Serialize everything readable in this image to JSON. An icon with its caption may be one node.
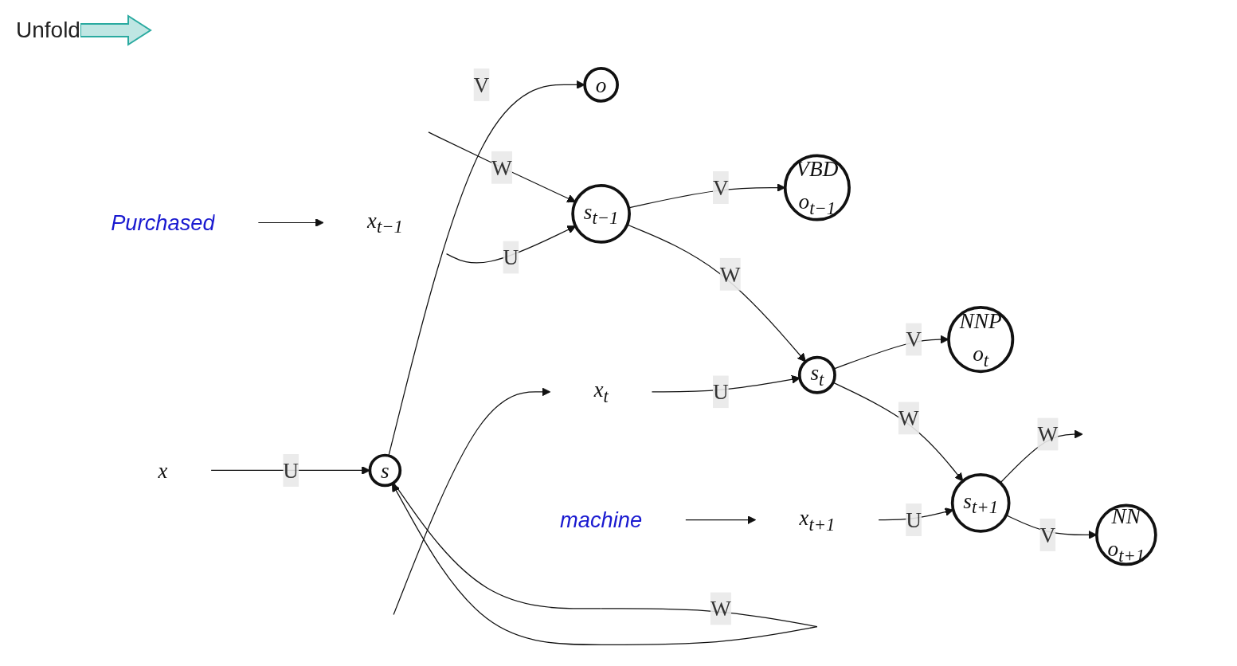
{
  "diagram": {
    "nodes": [
      {
        "text": [
          "o"
        ]
      },
      {
        "text": [
          "s"
        ]
      },
      {
        "text": [
          "x"
        ]
      },
      {
        "text": [
          "VBD",
          "o$_{t−1}$"
        ]
      },
      {
        "text": [
          "NNP",
          "o$_{t}$"
        ]
      },
      {
        "text": [
          "NN",
          "o$_{t+1}$"
        ]
      },
      {
        "text": [
          "s$_{t−1}$"
        ]
      },
      {
        "text": [
          "s$_{t}$"
        ]
      },
      {
        "text": [
          "s$_{t+1}$"
        ]
      },
      {
        "text": [
          "x$_{t−1}$"
        ]
      },
      {
        "text": [
          "x$_{t}$"
        ]
      },
      {
        "text": [
          "x$_{t+1}$"
        ]
      },
      {
        "text": [
          "Purchased"
        ]
      },
      {
        "text": [
          "machine"
        ]
      }
    ],
    "edges": [
      {
        "from": 2,
        "to": 1,
        "arrow": "to",
        "label": "U"
      },
      {
        "from": 1,
        "to": 0,
        "arrow": "to",
        "label": "V"
      },
      {
        "from": 1,
        "to": 1,
        "arrow": "to",
        "label": "W"
      },
      {
        "from": null,
        "to": 6,
        "arrow": "to",
        "label": "W"
      },
      {
        "from": 6,
        "to": 7,
        "arrow": "to",
        "label": "W"
      },
      {
        "from": 7,
        "to": 8,
        "arrow": "to",
        "label": "W"
      },
      {
        "from": 8,
        "to": null,
        "arrow": "to",
        "label": "W"
      },
      {
        "from": 9,
        "to": 6,
        "arrow": "to",
        "label": "U"
      },
      {
        "from": 6,
        "to": 3,
        "arrow": "to",
        "label": "V"
      },
      {
        "from": 10,
        "to": 7,
        "arrow": "to",
        "label": "U"
      },
      {
        "from": 7,
        "to": 4,
        "arrow": "to",
        "label": "V"
      },
      {
        "from": 11,
        "to": 8,
        "arrow": "to",
        "label": "U"
      },
      {
        "from": 8,
        "to": 5,
        "arrow": "to",
        "label": "V"
      },
      {
        "from": 12,
        "to": 9,
        "arrow": "to"
      },
      {
        "from": null,
        "to": 10,
        "arrow": "to"
      },
      {
        "from": 13,
        "to": 11,
        "arrow": "to"
      }
    ],
    "labels": [
      "Unfold"
    ]
  }
}
